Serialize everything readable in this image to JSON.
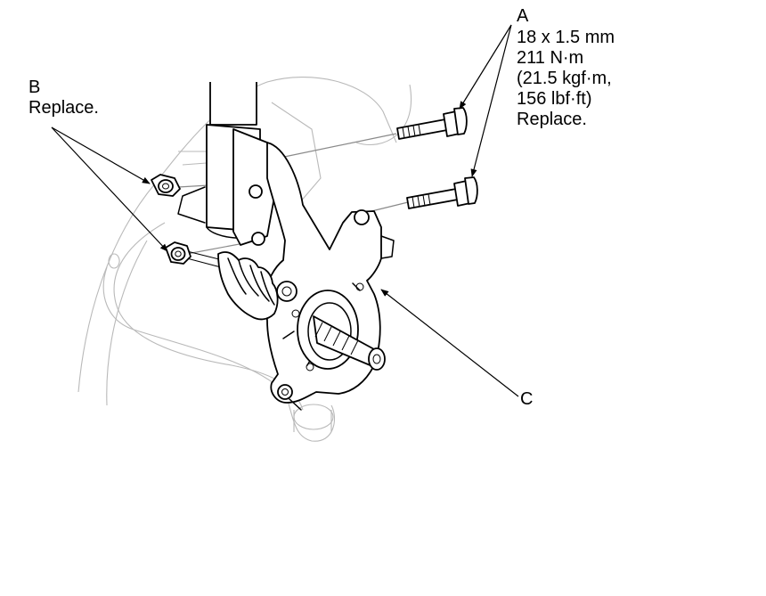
{
  "callouts": {
    "a": {
      "letter": "A",
      "lines": [
        "18 x 1.5 mm",
        "211 N·m",
        "(21.5 kgf·m,",
        "156 lbf·ft)",
        "Replace."
      ]
    },
    "b": {
      "letter": "B",
      "lines": [
        "Replace."
      ]
    },
    "c": {
      "letter": "C"
    }
  }
}
